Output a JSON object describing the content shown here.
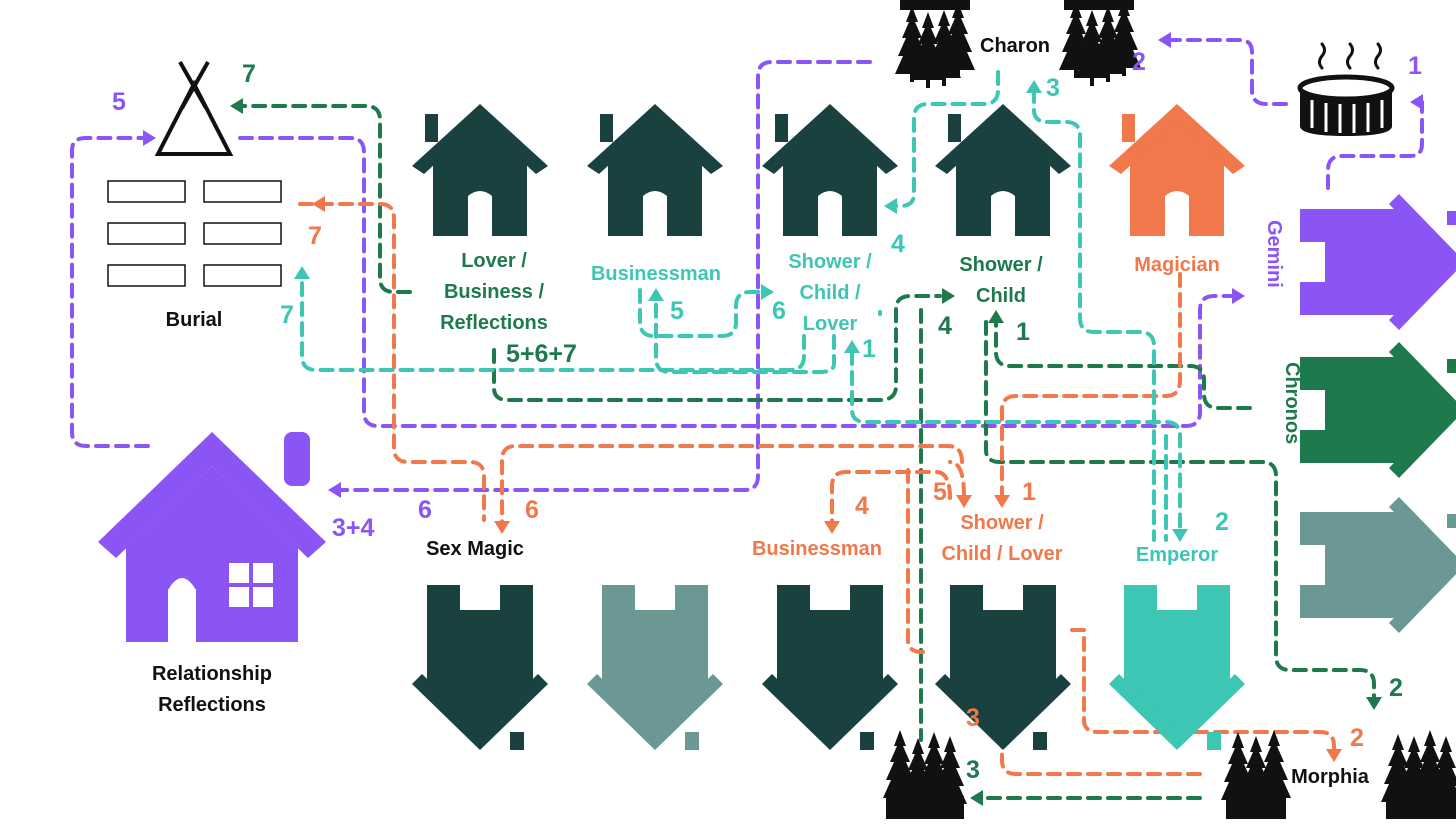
{
  "colors": {
    "dark": "#18413f",
    "slate": "#6b9795",
    "teal": "#3ec6b5",
    "orange": "#f0784a",
    "purple": "#8b55f5",
    "green": "#1e7a4c",
    "black": "#111111"
  },
  "icons": [
    "house-icon",
    "teepee-icon",
    "grave-plot-icon",
    "hot-tub-icon",
    "pine-forest-icon",
    "chevron-gate-icon"
  ],
  "labels": {
    "charon": "Charon",
    "burial": "Burial",
    "relationship_reflections": [
      "Relationship",
      "Reflections"
    ],
    "lover_business_reflections": [
      "Lover /",
      "Business /",
      "Reflections"
    ],
    "businessman_top": "Businessman",
    "shower_child_lover_top": [
      "Shower /",
      "Child /",
      "Lover"
    ],
    "shower_child": [
      "Shower /",
      "Child"
    ],
    "magician": "Magician",
    "gemini": "Gemini",
    "chronos": "Chronos",
    "sex_magic": "Sex Magic",
    "businessman_bottom": "Businessman",
    "shower_child_lover_bottom": [
      "Shower /",
      "Child / Lover"
    ],
    "emperor": "Emperor",
    "morphia": "Morphia"
  },
  "step_numbers": [
    {
      "text": "5",
      "color": "purple"
    },
    {
      "text": "7",
      "color": "green"
    },
    {
      "text": "7",
      "color": "orange"
    },
    {
      "text": "7",
      "color": "teal"
    },
    {
      "text": "2",
      "color": "purple"
    },
    {
      "text": "1",
      "color": "purple"
    },
    {
      "text": "3",
      "color": "teal"
    },
    {
      "text": "4",
      "color": "teal"
    },
    {
      "text": "5",
      "color": "teal"
    },
    {
      "text": "6",
      "color": "teal"
    },
    {
      "text": "5+6+7",
      "color": "green"
    },
    {
      "text": "1",
      "color": "teal"
    },
    {
      "text": "4",
      "color": "green"
    },
    {
      "text": "1",
      "color": "green"
    },
    {
      "text": "3+4",
      "color": "purple"
    },
    {
      "text": "6",
      "color": "purple"
    },
    {
      "text": "6",
      "color": "orange"
    },
    {
      "text": "4",
      "color": "orange"
    },
    {
      "text": "5",
      "color": "orange"
    },
    {
      "text": "1",
      "color": "orange"
    },
    {
      "text": "2",
      "color": "teal"
    },
    {
      "text": "2",
      "color": "green"
    },
    {
      "text": "3",
      "color": "orange"
    },
    {
      "text": "2",
      "color": "orange"
    },
    {
      "text": "3",
      "color": "green"
    }
  ]
}
